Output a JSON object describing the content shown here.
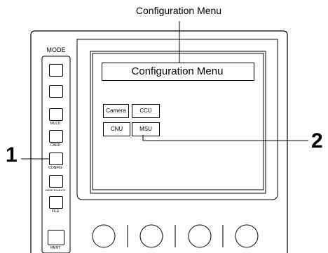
{
  "callout_title": "Configuration Menu",
  "mode_panel": {
    "title": "MODE",
    "buttons": [
      "",
      "",
      "MULTI",
      "CARD",
      "CONFIG",
      "MAINTENANCE",
      "FILE",
      "PAINT"
    ]
  },
  "screen": {
    "title": "Configuration Menu",
    "buttons": [
      "Camera",
      "CCU",
      "CNU",
      "MSU"
    ]
  },
  "callouts": [
    "1",
    "2"
  ]
}
